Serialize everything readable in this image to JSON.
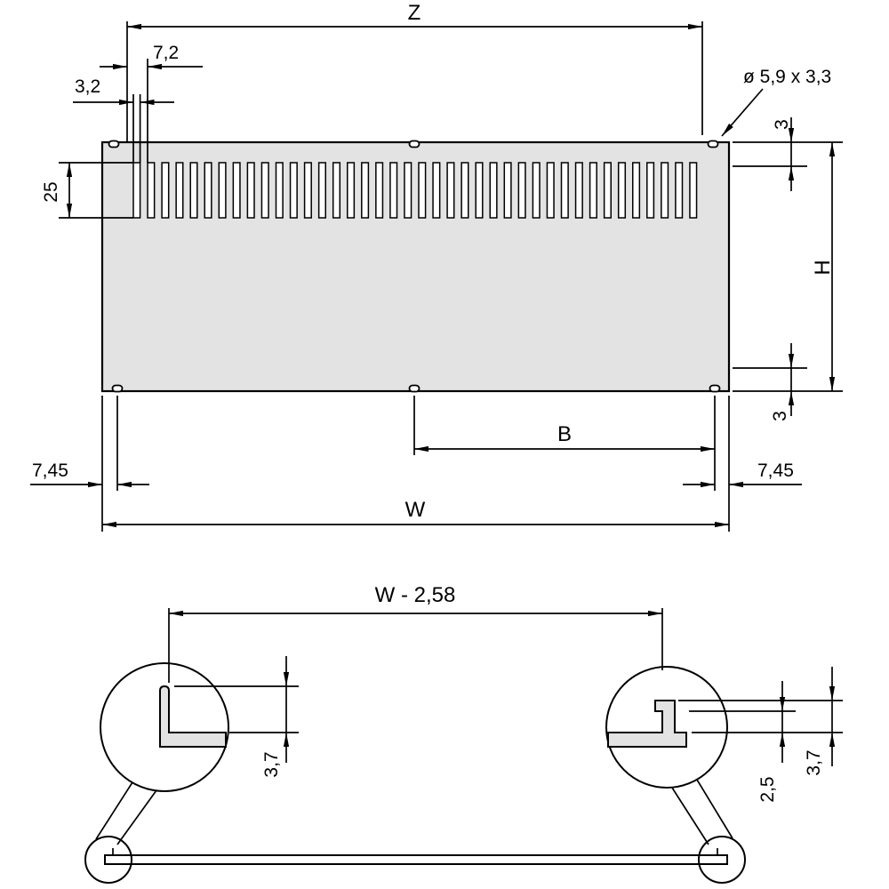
{
  "meta": {
    "type": "technical-drawing",
    "description": "Dimensioned engineering drawing of a vented rack front panel with edge-profile detail views"
  },
  "colors": {
    "background": "#ffffff",
    "panel_fill": "#e3e3e3",
    "line": "#000000"
  },
  "top_view": {
    "vent_slot_count": 40,
    "labels": {
      "z": "Z",
      "slot_pitch": "7,2",
      "slot_width": "3,2",
      "hole_size": "ø 5,9 x 3,3",
      "top_hole_offset": "3",
      "height": "H",
      "bottom_hole_offset": "3",
      "slot_height": "25",
      "hole_span": "B",
      "left_hole_edge": "7,45",
      "right_hole_edge": "7,45",
      "width": "W"
    }
  },
  "section_view": {
    "labels": {
      "inner_width": "W - 2,58",
      "left_flange_depth": "3,7",
      "right_lip_depth": "2,5",
      "right_flange_depth": "3,7"
    }
  }
}
